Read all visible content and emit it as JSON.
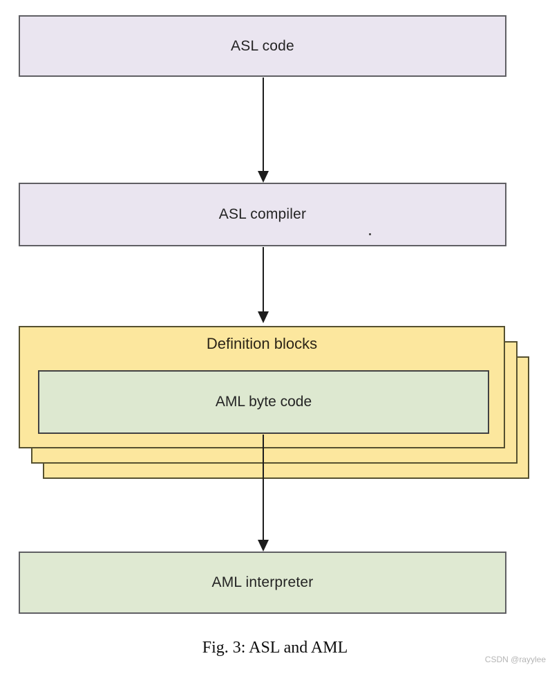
{
  "diagram": {
    "nodes": {
      "asl_code": {
        "label": "ASL code"
      },
      "asl_compiler": {
        "label": "ASL compiler"
      },
      "definition_blocks": {
        "label": "Definition blocks"
      },
      "aml_byte_code": {
        "label": "AML byte code"
      },
      "aml_interpreter": {
        "label": "AML interpreter"
      }
    },
    "caption": "Fig. 3: ASL and AML",
    "watermark": "CSDN @rayylee",
    "colors": {
      "lavender_fill": "#eae5f0",
      "lavender_border": "#5f5f63",
      "yellow_fill": "#fce79e",
      "yellow_border": "#55502f",
      "green_fill": "#dde8d0",
      "green_border": "#414143",
      "interpreter_fill": "#dfe9d2",
      "interpreter_border": "#5f5f63",
      "arrow_color": "#1c1c1c",
      "watermark_color": "#b5b5b5"
    }
  }
}
